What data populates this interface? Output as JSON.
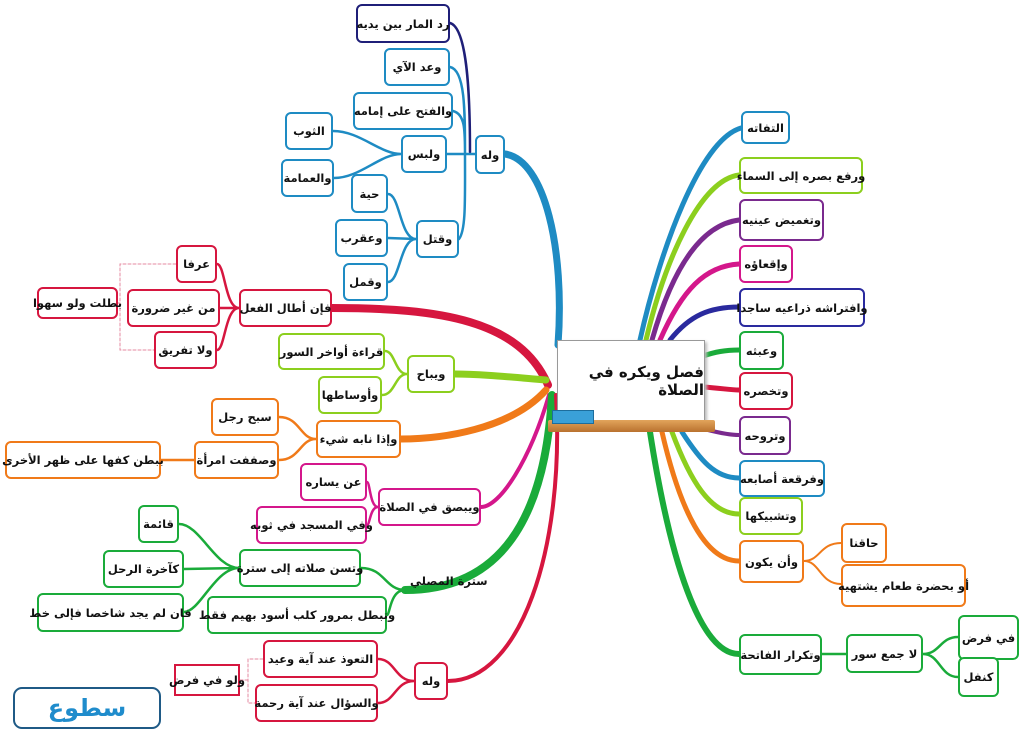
{
  "title": "فصل ويكره في الصلاة",
  "colors": {
    "blue": "#1e8bc3",
    "navy": "#1f1f78",
    "red": "#d6163f",
    "green": "#1aab3a",
    "lime": "#8ccf1e",
    "orange": "#f07a19",
    "purple": "#7a2a8e",
    "magenta": "#d4178b",
    "dark_blue": "#2a2a9e"
  },
  "right": {
    "r1": "التفاته",
    "r2": "ورفع بصره إلى السماء",
    "r3": "وتغميض عينيه",
    "r4": "وإقعاؤه",
    "r5": "وافتراشه ذراعيه ساجدا",
    "r6": "وعبثه",
    "r7": "وتخصره",
    "r8": "وتروحه",
    "r9": "وفرقعة أصابعه",
    "r10": "وتشبيكها",
    "r11": "وأن يكون",
    "r11a": "حاقنا",
    "r11b": "أو بحضرة طعام يشتهيه",
    "r12": "وتكرار الفاتحة",
    "r12a": "لا جمع سور",
    "r12b": "في فرض",
    "r12c": "كنفل"
  },
  "left": {
    "wa_lahu": "وله",
    "radd": "رد المار بين يديه",
    "add": "وعد الآي",
    "fath": "والفتح على إمامه",
    "libs": "ولبس",
    "thawb": "الثوب",
    "imama": "والعمامة",
    "qatl": "وقتل",
    "hayya": "حية",
    "aqrab": "وعقرب",
    "qaml": "وقمل",
    "atal": "فإن أطال الفعل",
    "urfan": "عرفا",
    "darura": "من غير ضرورة",
    "tafriq": "ولا تفريق",
    "batalat": "بطلت ولو سهوا",
    "yubah": "ويباح",
    "awakhir": "قراءة أواخر السور",
    "awsat": "وأوساطها",
    "nabahu": "وإذا نابه شيء",
    "sabbah": "سبح رجل",
    "saffaqat": "وصففت امرأة",
    "batn": "ببطن كفها على ظهر الأخرى",
    "yabsuq": "ويبصق في الصلاة",
    "yasar": "عن يساره",
    "masjid": "وفي المسجد في ثوبه",
    "sutra_label": "سترة المصلي",
    "tusann": "وتسن صلاته إلى سترة",
    "qaima": "قائمة",
    "akhira": "كآخرة الرحل",
    "khatt": "فان لم يجد شاخصا فإلى خط",
    "tabtul": "وتبطل بمرور كلب أسود بهيم فقط",
    "wa_lahu2": "وله",
    "taawwudh": "التعوذ عند آية وعيد",
    "sual": "والسؤال عند آية رحمة",
    "fard": "ولو في فرض"
  },
  "logo": "سطوع"
}
